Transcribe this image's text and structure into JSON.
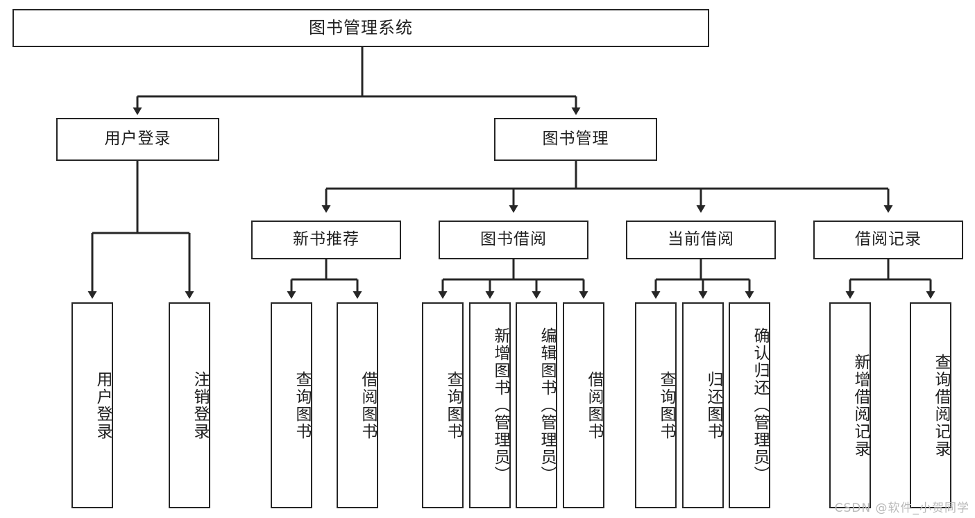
{
  "diagram": {
    "title": "图书管理系统",
    "type": "tree-hierarchy-diagram",
    "watermark": "CSDN @软件_小贺同学",
    "colors": {
      "stroke": "#262626",
      "fill": "#ffffff",
      "text": "#1f1f1f",
      "watermark": "#b9b9b9"
    },
    "root": {
      "label": "图书管理系统"
    },
    "level2": [
      {
        "id": "user-login",
        "label": "用户登录"
      },
      {
        "id": "book-manage",
        "label": "图书管理"
      }
    ],
    "level3": [
      {
        "id": "new-book-recommend",
        "label": "新书推荐",
        "parent": "book-manage"
      },
      {
        "id": "book-borrow",
        "label": "图书借阅",
        "parent": "book-manage"
      },
      {
        "id": "current-borrow",
        "label": "当前借阅",
        "parent": "book-manage"
      },
      {
        "id": "borrow-record",
        "label": "借阅记录",
        "parent": "book-manage"
      }
    ],
    "leaves": [
      {
        "id": "leaf-user-login",
        "label": "用户登录",
        "parent": "user-login"
      },
      {
        "id": "leaf-logout-login",
        "label": "注销登录",
        "parent": "user-login"
      },
      {
        "id": "leaf-query-book-1",
        "label": "查询图书",
        "parent": "new-book-recommend"
      },
      {
        "id": "leaf-borrow-book-1",
        "label": "借阅图书",
        "parent": "new-book-recommend"
      },
      {
        "id": "leaf-query-book-2",
        "label": "查询图书",
        "parent": "book-borrow"
      },
      {
        "id": "leaf-add-book-admin",
        "label": "新增图书（管理员）",
        "parent": "book-borrow"
      },
      {
        "id": "leaf-edit-book-admin",
        "label": "编辑图书（管理员）",
        "parent": "book-borrow"
      },
      {
        "id": "leaf-borrow-book-2",
        "label": "借阅图书",
        "parent": "book-borrow"
      },
      {
        "id": "leaf-query-book-3",
        "label": "查询图书",
        "parent": "current-borrow"
      },
      {
        "id": "leaf-return-book",
        "label": "归还图书",
        "parent": "current-borrow"
      },
      {
        "id": "leaf-confirm-return-admin",
        "label": "确认归还（管理员）",
        "parent": "current-borrow"
      },
      {
        "id": "leaf-add-borrow-record",
        "label": "新增借阅记录",
        "parent": "borrow-record"
      },
      {
        "id": "leaf-query-borrow-record",
        "label": "查询借阅记录",
        "parent": "borrow-record"
      }
    ]
  }
}
